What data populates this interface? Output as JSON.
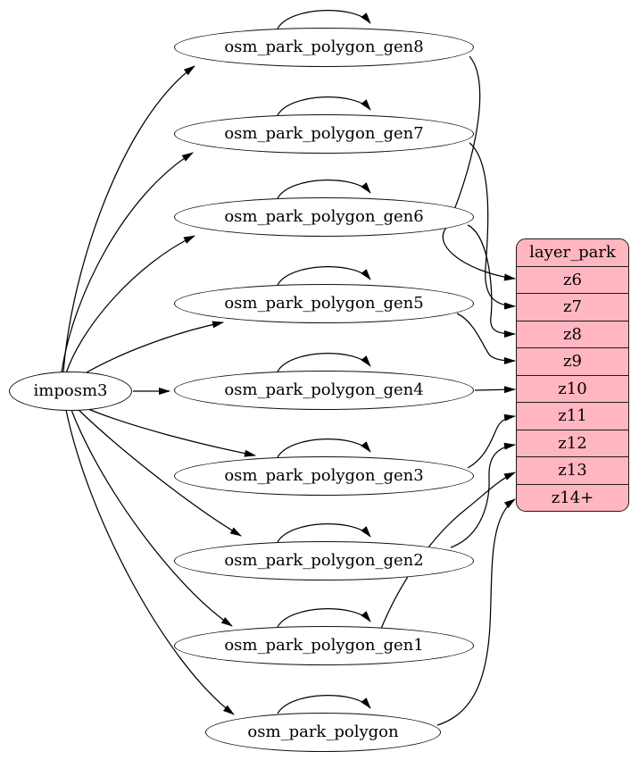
{
  "diagram": {
    "kind": "graphviz-digraph",
    "source": {
      "label": "imposm3"
    },
    "nodes": [
      {
        "label": "osm_park_polygon_gen8"
      },
      {
        "label": "osm_park_polygon_gen7"
      },
      {
        "label": "osm_park_polygon_gen6"
      },
      {
        "label": "osm_park_polygon_gen5"
      },
      {
        "label": "osm_park_polygon_gen4"
      },
      {
        "label": "osm_park_polygon_gen3"
      },
      {
        "label": "osm_park_polygon_gen2"
      },
      {
        "label": "osm_park_polygon_gen1"
      },
      {
        "label": "osm_park_polygon"
      }
    ],
    "layer": {
      "header": "layer_park",
      "rows": [
        "z6",
        "z7",
        "z8",
        "z9",
        "z10",
        "z11",
        "z12",
        "z13",
        "z14+"
      ]
    },
    "edges": {
      "from_source": [
        "osm_park_polygon_gen8",
        "osm_park_polygon_gen7",
        "osm_park_polygon_gen6",
        "osm_park_polygon_gen5",
        "osm_park_polygon_gen4",
        "osm_park_polygon_gen3",
        "osm_park_polygon_gen2",
        "osm_park_polygon_gen1",
        "osm_park_polygon"
      ],
      "self_loops": [
        "osm_park_polygon_gen8",
        "osm_park_polygon_gen7",
        "osm_park_polygon_gen6",
        "osm_park_polygon_gen5",
        "osm_park_polygon_gen4",
        "osm_park_polygon_gen3",
        "osm_park_polygon_gen2",
        "osm_park_polygon_gen1",
        "osm_park_polygon"
      ],
      "to_layer": [
        {
          "from": "osm_park_polygon_gen8",
          "to": "z6"
        },
        {
          "from": "osm_park_polygon_gen7",
          "to": "z7"
        },
        {
          "from": "osm_park_polygon_gen6",
          "to": "z8"
        },
        {
          "from": "osm_park_polygon_gen5",
          "to": "z9"
        },
        {
          "from": "osm_park_polygon_gen4",
          "to": "z10"
        },
        {
          "from": "osm_park_polygon_gen3",
          "to": "z11"
        },
        {
          "from": "osm_park_polygon_gen2",
          "to": "z12"
        },
        {
          "from": "osm_park_polygon_gen1",
          "to": "z13"
        },
        {
          "from": "osm_park_polygon",
          "to": "z14+"
        }
      ]
    },
    "colors": {
      "layer_fill": "#ffb6c1",
      "node_fill": "#ffffff",
      "edge": "#000000"
    }
  }
}
